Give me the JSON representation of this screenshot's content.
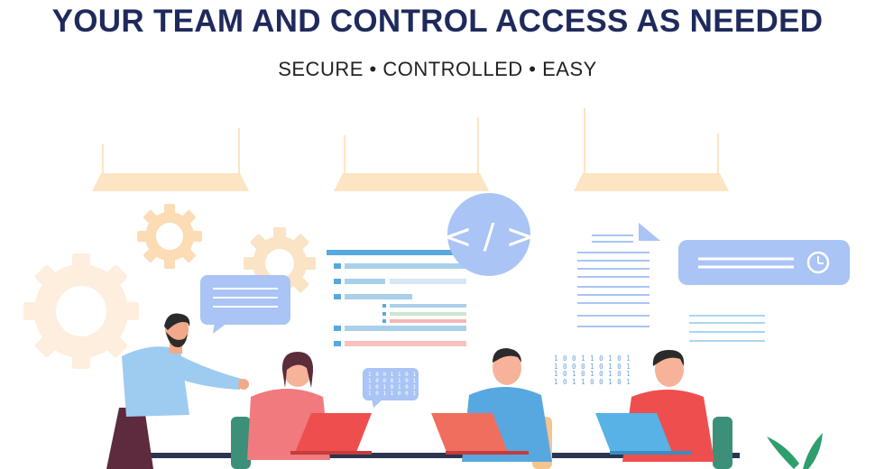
{
  "header": {
    "headline": "YOUR TEAM AND CONTROL ACCESS AS NEEDED",
    "subline": "SECURE • CONTROLLED • EASY"
  },
  "illustration": {
    "code_symbol": "< / >",
    "binary_text": "1 0 0 1 1 0 1 0 1\n1 0 0 0 1 0 1 0 1\n1 0 1 0 1 0 1 0 1\n1 0 1 1 0 0 1 0 1",
    "small_binary_text": "1 0 0 1 1 0 1 0 1\n1 0 0 0 1 0 1 0 1\n1 0 1 0 1 0 1 0 1\n1 0 1 1 0 0 1 0 1"
  },
  "colors": {
    "headline": "#1f2a5c",
    "gear": "#fbe3c6",
    "lamp": "#fde4c3",
    "bubble_blue": "#a9c4f5",
    "shirt_blue": "#57a8e0",
    "shirt_pink": "#f07a7e",
    "shirt_red": "#ef4e4e",
    "laptop_red": "#ef4e4e",
    "laptop_blue": "#57b2e6",
    "table": "#2b3450",
    "leaf": "#2f9e6d"
  }
}
